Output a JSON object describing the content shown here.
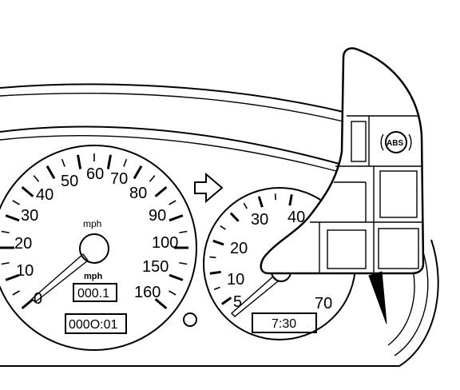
{
  "speedometer": {
    "unit_label": "mph",
    "scale_labels": [
      "0",
      "10",
      "20",
      "30",
      "40",
      "50",
      "60",
      "70",
      "80",
      "90",
      "100",
      "150",
      "160"
    ],
    "trip_odometer": "000.1",
    "trip_unit_label": "mph",
    "odometer": "000O:01"
  },
  "tachometer": {
    "scale_labels": [
      "5",
      "10",
      "20",
      "30",
      "40",
      "70"
    ],
    "clock": "7:30"
  },
  "warning_panel": {
    "abs_label": "ABS"
  },
  "callout_arrow": {
    "icon": "outline-arrow-right-icon"
  }
}
